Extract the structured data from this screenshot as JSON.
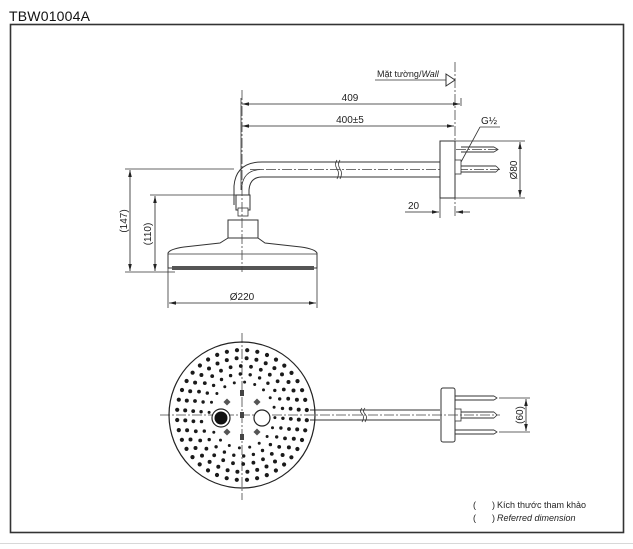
{
  "title": "TBW01004A",
  "side_view": {
    "wall_label_regular": "Mặt tường/",
    "wall_label_italic": "Wall",
    "dim_total_length": "409",
    "dim_arm_length": "400±5",
    "dim_thread": "G½",
    "dim_flange_diameter": "Ø80",
    "dim_flange_depth": "20",
    "dim_total_height": "(147)",
    "dim_head_height": "(110)",
    "dim_head_diameter": "Ø220"
  },
  "top_view": {
    "dim_anchor_spacing": "(60)"
  },
  "legend": {
    "paren_open_1": "(",
    "paren_close_1": ")",
    "text_vi": "Kích thước tham khảo",
    "paren_open_2": "(",
    "paren_close_2": ")",
    "text_en": "Referred dimension"
  }
}
